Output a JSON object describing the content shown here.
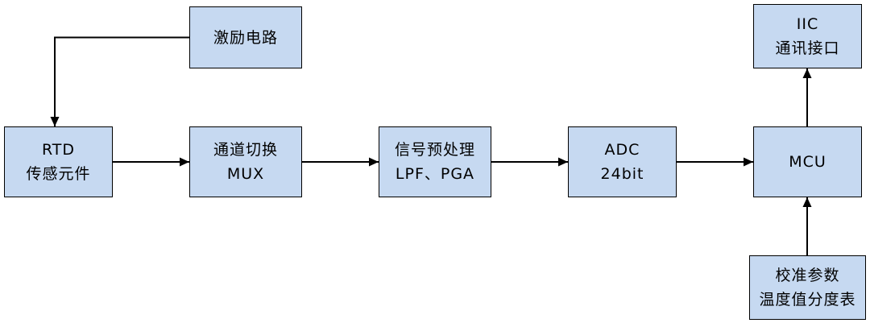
{
  "diagram": {
    "boxes": {
      "excitation": {
        "label": "激励电路"
      },
      "rtd": {
        "label": "RTD\n传感元件"
      },
      "mux": {
        "label": "通道切换\nMUX"
      },
      "preprocess": {
        "label": "信号预处理\nLPF、PGA"
      },
      "adc": {
        "label": "ADC\n24bit"
      },
      "mcu": {
        "label": "MCU"
      },
      "iic": {
        "label": "IIC\n通讯接口"
      },
      "calibration": {
        "label": "校准参数\n温度值分度表"
      }
    },
    "colors": {
      "box_fill": "#c6d9f1",
      "box_border": "#000000",
      "arrow": "#000000",
      "background": "#ffffff"
    }
  }
}
